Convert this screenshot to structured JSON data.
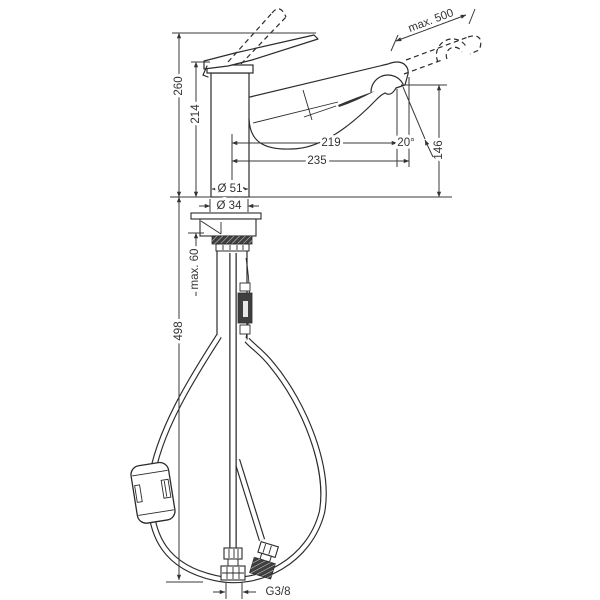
{
  "page": {
    "background": "#ffffff"
  },
  "drawing": {
    "line_color": "#2b2b2b",
    "labels": {
      "total_height": "260",
      "spout_height": "214",
      "max_pullout": "max. 500",
      "spout_reach": "219",
      "spray_angle": "20°",
      "total_reach": "235",
      "outlet_height": "146",
      "base_diameter": "Ø 51",
      "hole_diameter": "Ø 34",
      "max_counter_thickness": "max. 60",
      "hose_drop": "498",
      "thread_size": "G3/8"
    }
  }
}
